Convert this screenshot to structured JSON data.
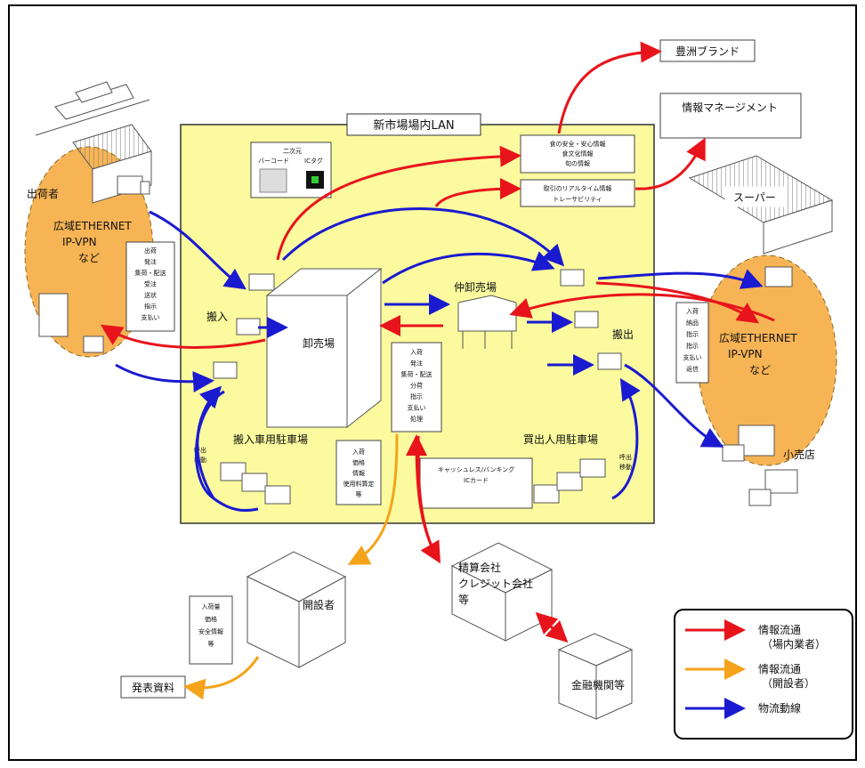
{
  "center_title": "新市場場内LAN",
  "labels": {
    "shipper": "出荷者",
    "wan_left": [
      "広域ETHERNET",
      "IP-VPN",
      "など"
    ],
    "wan_right": [
      "広域ETHERNET",
      "IP-VPN",
      "など"
    ],
    "inbound": "搬入",
    "outbound": "搬出",
    "wholesale": "卸売場",
    "intermediate": "仲卸売場",
    "supermarket": "スーパー",
    "retail": "小売店",
    "parking_in": "搬入車用駐車場",
    "parking_out": "買出人用駐車場",
    "call_left": [
      "呼出",
      "移動"
    ],
    "call_right": [
      "呼出",
      "移動"
    ],
    "builder": "開設者",
    "settlement": [
      "精算会社",
      "クレジット会社",
      "等"
    ],
    "bank": "金融機関等",
    "press": "発表資料",
    "brand": "豊洲ブランド",
    "info_mgmt": "情報マネージメント",
    "barcode_box": [
      "二次元",
      "バーコード",
      "ICタグ"
    ],
    "safety_box": [
      "食の安全・安心情報",
      "食文化情報",
      "旬の情報"
    ],
    "realtime_box": [
      "取引のリアルタイム情報",
      "トレーサビリティ"
    ],
    "cashless_box": [
      "キャッシュレス/バンキング",
      "ICカード"
    ],
    "doc_left": [
      "出荷",
      "発注",
      "集荷・配送",
      "受注",
      "送状",
      "指示",
      "支払い"
    ],
    "doc_center": [
      "入荷",
      "発注",
      "集荷・配送",
      "分荷",
      "指示",
      "支払い",
      "処理"
    ],
    "doc_builder": [
      "入荷",
      "価格",
      "情報",
      "使用料算定",
      "等"
    ],
    "doc_right": [
      "入荷",
      "納品",
      "指示",
      "指示",
      "支払い",
      "返信"
    ],
    "doc_press": [
      "入荷量",
      "価格",
      "安全情報",
      "等"
    ]
  },
  "legend": {
    "items": [
      {
        "line1": "情報流通",
        "line2": "（場内業者）",
        "color": "#e8141b"
      },
      {
        "line1": "情報流通",
        "line2": "（開設者）",
        "color": "#f5a31a"
      },
      {
        "line1": "物流動線",
        "line2": "",
        "color": "#1a1ad0"
      }
    ]
  },
  "colors": {
    "market_fill": "#fbfa9e",
    "wan_fill": "#f7b455",
    "red": "#e8141b",
    "orange": "#f5a31a",
    "blue": "#1a1ad0"
  }
}
